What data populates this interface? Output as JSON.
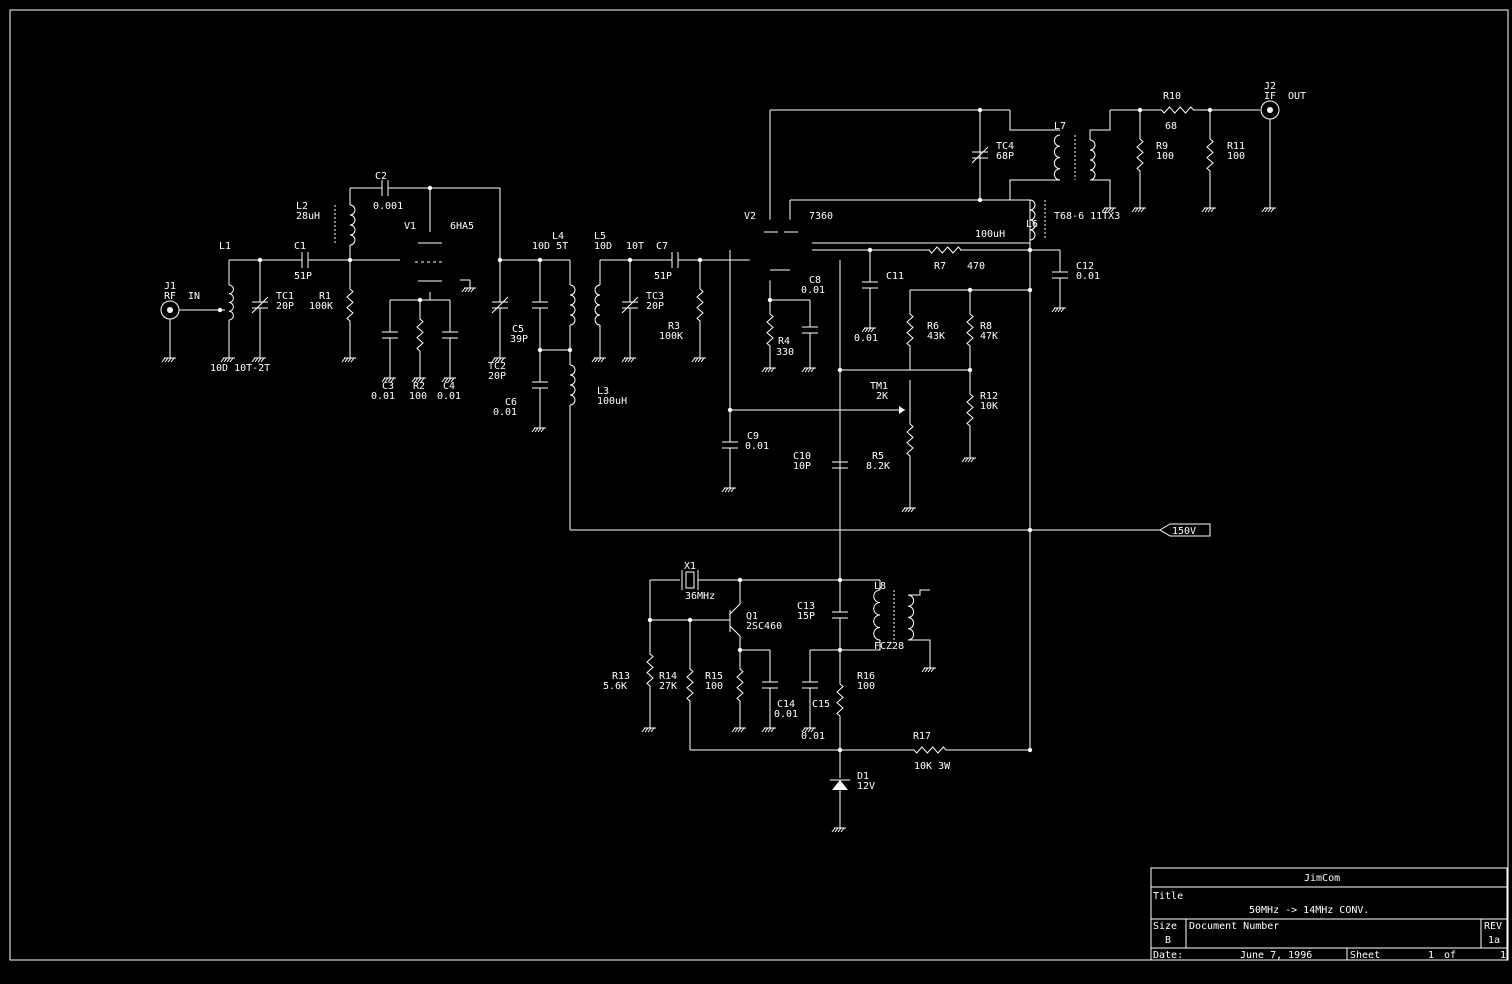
{
  "labels": {
    "J1": "J1",
    "RF_IN_RF": "RF",
    "RF_IN_IN": "IN",
    "L1": "L1",
    "L1_val": "10D  10T-2T",
    "TC1": "TC1",
    "TC1_val": "20P",
    "C1": "C1",
    "C1_val": "51P",
    "R1": "R1",
    "R1_val": "100K",
    "L2": "L2",
    "L2_val": "28uH",
    "C2": "C2",
    "C2_val": "0.001",
    "V1": "V1",
    "V1_type": "6HA5",
    "C3": "C3",
    "C3_val": "0.01",
    "R2": "R2",
    "R2_val": "100",
    "C4": "C4",
    "C4_val": "0.01",
    "TC2": "TC2",
    "TC2_val": "20P",
    "C5": "C5",
    "C5_val": "39P",
    "C6": "C6",
    "C6_val": "0.01",
    "L4": "L4",
    "L4_val": "10D 5T",
    "L3": "L3",
    "L3_val": "100uH",
    "L5": "L5",
    "L5_val": "10D",
    "L5b_val": "10T",
    "TC3": "TC3",
    "TC3_val": "20P",
    "C7": "C7",
    "C7_val": "51P",
    "R3": "R3",
    "R3_val": "100K",
    "V2": "V2",
    "V2_type": "7360",
    "C8": "C8",
    "C8_val": "0.01",
    "R4": "R4",
    "R4_val": "330",
    "C9": "C9",
    "C9_val": "0.01",
    "C10": "C10",
    "C10_val": "10P",
    "C11": "C11",
    "C11_val": "0.01",
    "R7": "R7",
    "R7_val": "470",
    "C12": "C12",
    "C12_val": "0.01",
    "R6": "R6",
    "R6_val": "43K",
    "R8": "R8",
    "R8_val": "47K",
    "TM1": "TM1",
    "TM1_val": "2K",
    "R12": "R12",
    "R12_val": "10K",
    "R5": "R5",
    "R5_val": "8.2K",
    "TC4": "TC4",
    "TC4_val": "68P",
    "L7": "L7",
    "L6": "L6",
    "L6_val": "100uH",
    "T_val": "T68-6  11TX3",
    "R10": "R10",
    "R10_val": "68",
    "R9": "R9",
    "R9_val": "100",
    "R11": "R11",
    "R11_val": "100",
    "J2": "J2",
    "IF_OUT_IF": "IF",
    "IF_OUT_OUT": "OUT",
    "V150": "150V",
    "X1": "X1",
    "X1_val": "36MHz",
    "Q1": "Q1",
    "Q1_val": "2SC460",
    "C13": "C13",
    "C13_val": "15P",
    "L8": "L8",
    "L8_val": "FCZ28",
    "R13": "R13",
    "R13_val": "5.6K",
    "R14": "R14",
    "R14_val": "27K",
    "R15": "R15",
    "R15_val": "100",
    "C14": "C14",
    "C14_val": "0.01",
    "C15": "C15",
    "C15_val": "0.01",
    "R16": "R16",
    "R16_val": "100",
    "R17": "R17",
    "R17_val": "10K 3W",
    "D1": "D1",
    "D1_val": "12V"
  },
  "title_block": {
    "company": "JimCom",
    "title_label": "Title",
    "title": "50MHz -> 14MHz CONV.",
    "size_label": "Size",
    "size": "B",
    "docnum_label": "Document Number",
    "rev_label": "REV",
    "rev": "1a",
    "date_label": "Date:",
    "date": "June  7, 1996",
    "sheet_label": "Sheet",
    "sheet_num": "1",
    "sheet_of": "of",
    "sheet_total": "1"
  }
}
